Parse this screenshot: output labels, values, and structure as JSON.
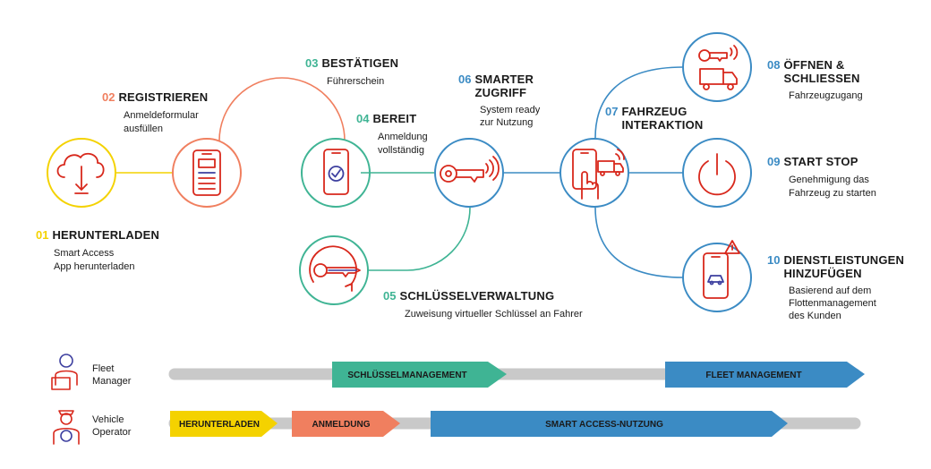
{
  "colors": {
    "yellow": "#f4d200",
    "orange": "#f07f5f",
    "green": "#3fb494",
    "blue": "#3b8bc4",
    "red": "#d8281c",
    "track": "#c9c9c9"
  },
  "steps": [
    {
      "num": "01",
      "title": "HERUNTERLADEN",
      "sub": "Smart Access\nApp herunterladen",
      "icon": "cloud-download-icon"
    },
    {
      "num": "02",
      "title": "REGISTRIEREN",
      "sub": "Anmeldeformular\nausfüllen",
      "icon": "form-phone-icon"
    },
    {
      "num": "03",
      "title": "BESTÄTIGEN",
      "sub": "Führerschein",
      "icon": ""
    },
    {
      "num": "04",
      "title": "BEREIT",
      "sub": "Anmeldung\nvollständig",
      "icon": "phone-check-icon"
    },
    {
      "num": "05",
      "title": "SCHLÜSSELVERWALTUNG",
      "sub": "Zuweisung virtueller Schlüssel an Fahrer",
      "icon": "key-rotate-icon"
    },
    {
      "num": "06",
      "title": "SMARTER\nZUGRIFF",
      "sub": "System ready\nzur Nutzung",
      "icon": "smart-key-icon"
    },
    {
      "num": "07",
      "title": "FAHRZEUG\nINTERAKTION",
      "sub": "",
      "icon": "phone-touch-truck-icon"
    },
    {
      "num": "08",
      "title": "ÖFFNEN &\nSCHLIESSEN",
      "sub": "Fahrzeugzugang",
      "icon": "key-truck-icon"
    },
    {
      "num": "09",
      "title": "START STOP",
      "sub": "Genehmigung das\nFahrzeug zu starten",
      "icon": "power-icon"
    },
    {
      "num": "10",
      "title": "DIENSTLEISTUNGEN\nHINZUFÜGEN",
      "sub": "Basierend auf dem\nFlottenmanagement\ndes Kunden",
      "icon": "phone-car-warning-icon"
    }
  ],
  "roles": {
    "fleet_manager": "Fleet\nManager",
    "vehicle_operator": "Vehicle\nOperator"
  },
  "bars": {
    "schluesselmanagement": "SCHLÜSSELMANAGEMENT",
    "fleet_management": "FLEET MANAGEMENT",
    "herunterladen": "HERUNTERLADEN",
    "anmeldung": "ANMELDUNG",
    "smart_access": "SMART ACCESS-NUTZUNG"
  }
}
